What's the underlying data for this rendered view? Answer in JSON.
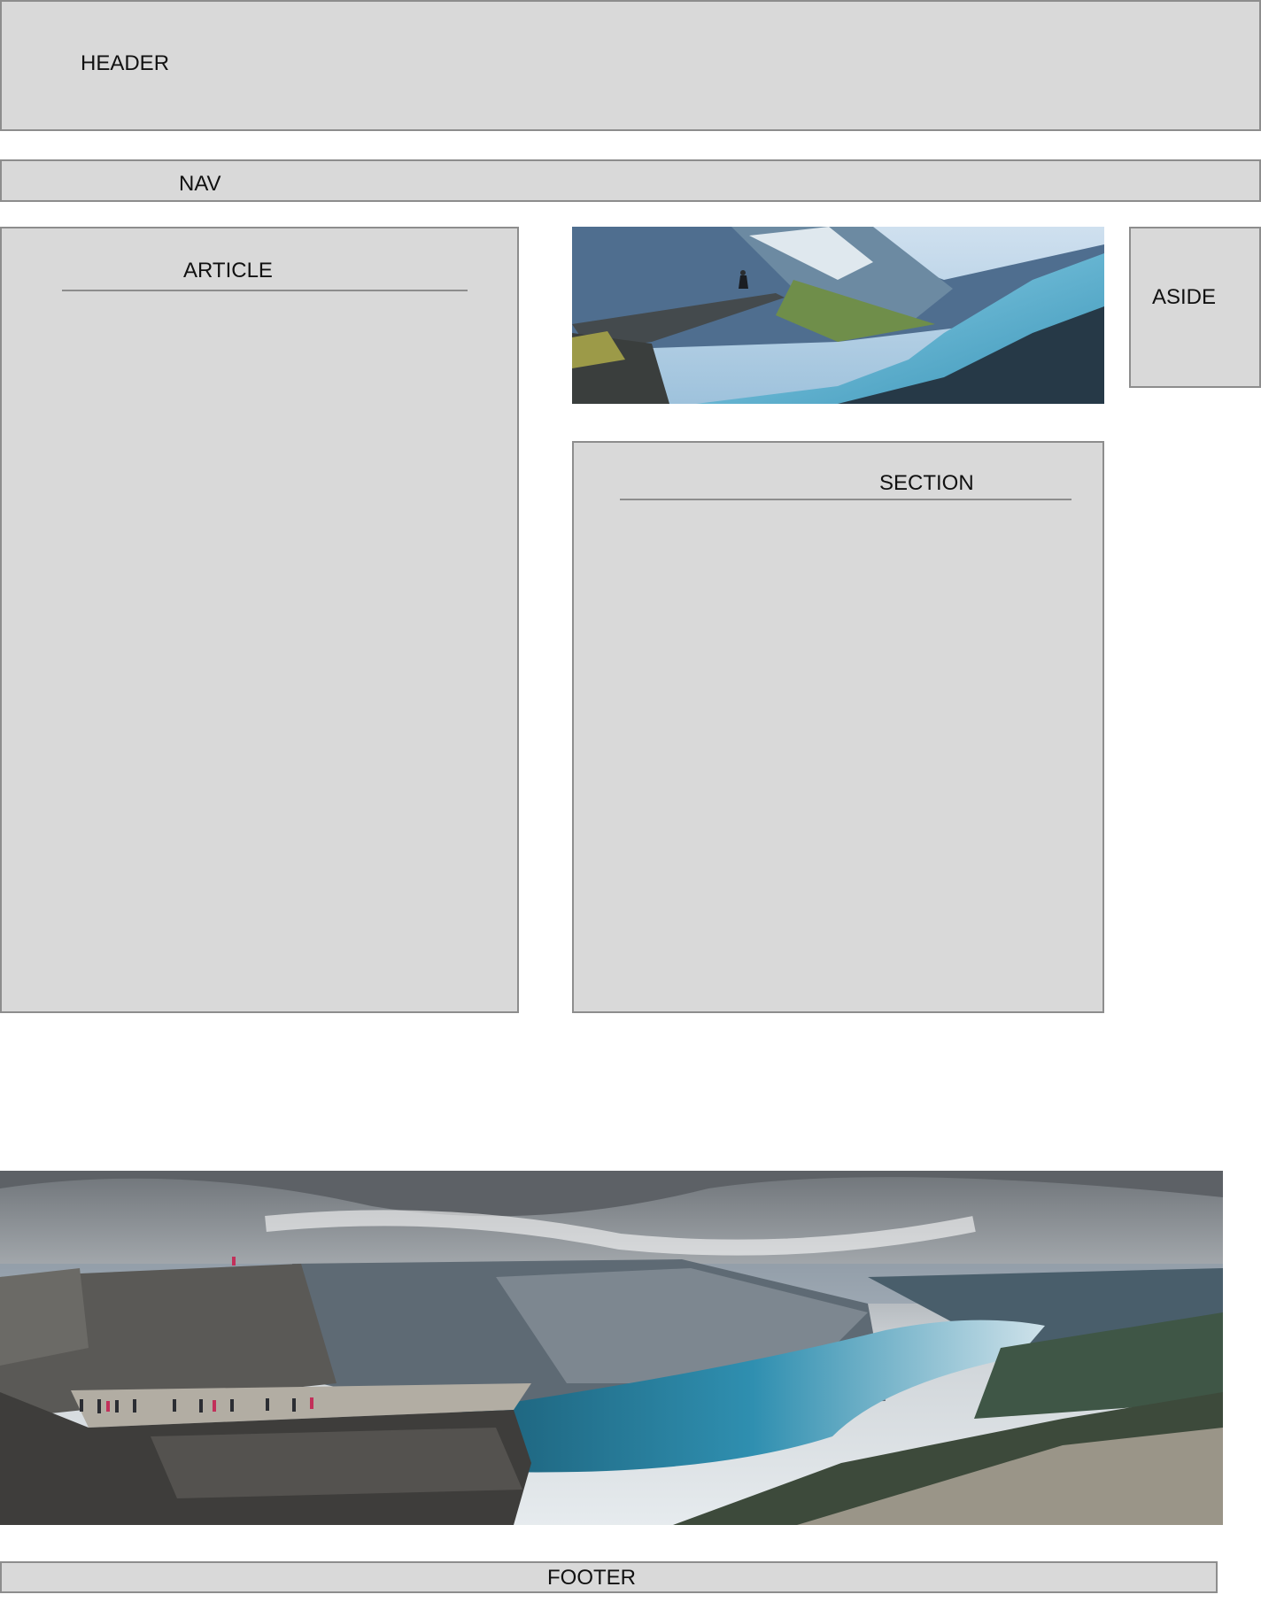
{
  "header": {
    "label": "HEADER"
  },
  "nav": {
    "label": "NAV"
  },
  "article": {
    "label": "ARTICLE"
  },
  "section": {
    "label": "SECTION"
  },
  "aside": {
    "label": "ASIDE"
  },
  "footer": {
    "label": "FOOTER"
  },
  "images": {
    "top": {
      "subject": "person standing on rock ledge above fjord"
    },
    "bottom": {
      "subject": "panorama of rock ledge with people above blue fjord"
    }
  },
  "colors": {
    "panel_fill": "#d9d9d9",
    "panel_border": "#8d8d8d",
    "fjord_water": "#5fa9c8",
    "rock": "#4b4e52"
  }
}
